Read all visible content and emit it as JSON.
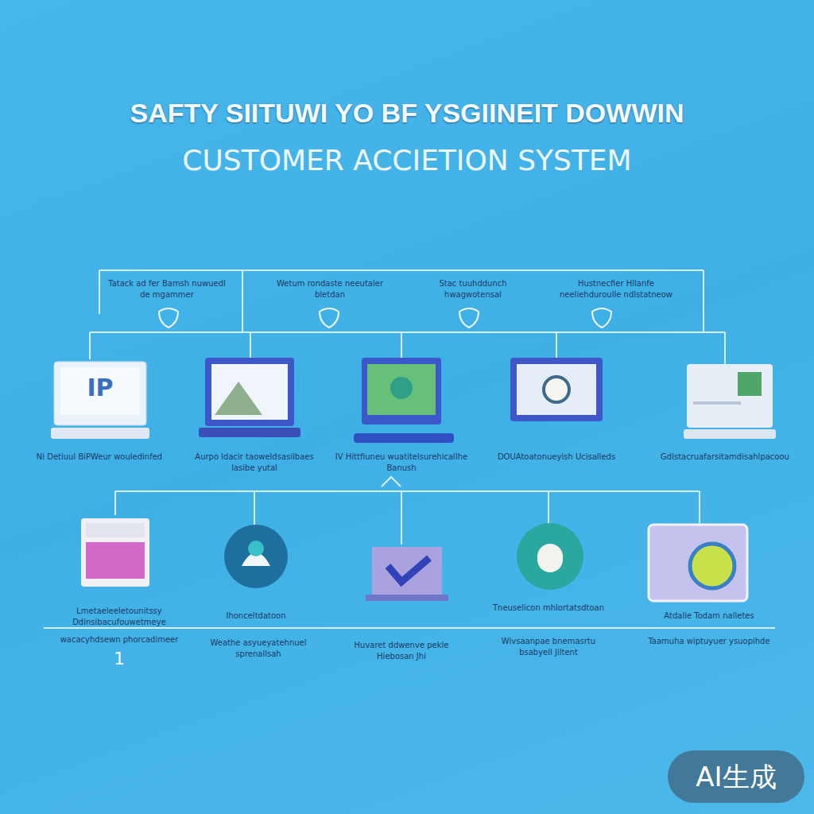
{
  "diagram": {
    "title": "SAFTY SIITUWI YO BF YSGIINEIT DOWWIN",
    "labels": [
      "CUSTOMER ACCIETION SYSTEM",
      "Tatack ad fer Bamsh nuwuedl de mgammer",
      "Wetum rondaste neeutaler bletdan",
      "Stac tuuhddunch hwagwotensal",
      "Hustnecfier Hllanfe neeliehduroulle ndlstatneow",
      "IP",
      "Ni Detiuul BiPWeur wouledinfed",
      "Aurpo ldacir taoweldsasilbaes lasibe yutal",
      "IV Hittfiuneu wuatitelsurehicallhe Banush",
      "DOUAtoatonueyish Ucisalleds",
      "Gdlstacruafarsitamdisahlpacoou",
      "Lmetaeleeletounitssy Ddinsibacufouwetmeye",
      "Ihonceltdatoon",
      "Tneuselicon mhlortatsdtoan",
      "Atdalie Todam nalletes",
      "wacacyhdsewn phorcadimeer",
      "1",
      "Weathe asyueyatehnuel sprenallsah",
      "Huvaret ddwenve pekle Hiebosan Jhi",
      "Wivsaanpae bnemasrtu bsabyell Jiltent",
      "Taamuha wiptuyuer ysuopihde",
      "AI生成"
    ]
  }
}
